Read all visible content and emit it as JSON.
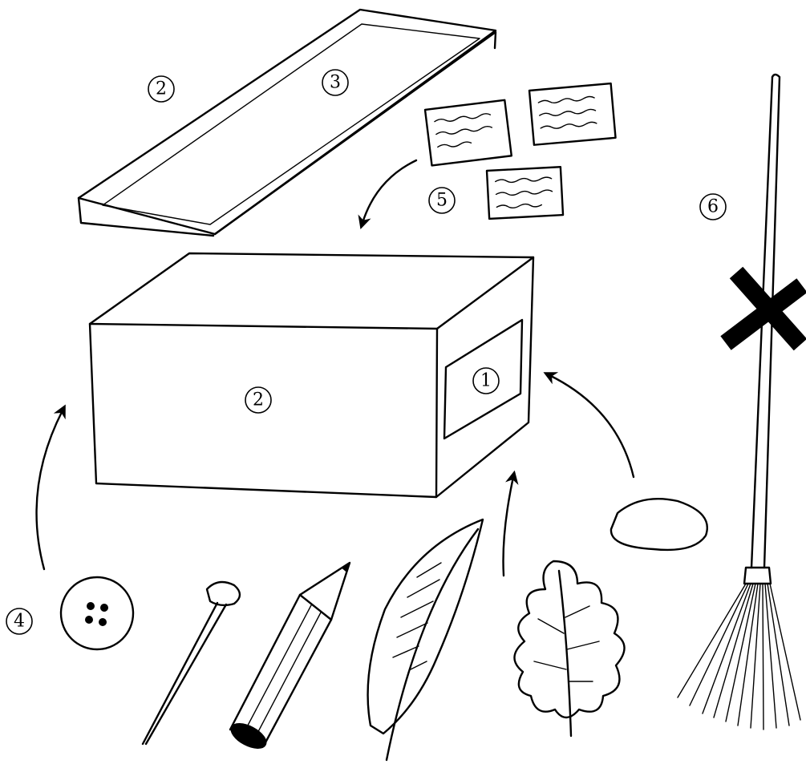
{
  "labels": {
    "lid_side": "2",
    "lid_inside": "3",
    "box_front": "2",
    "box_window": "1",
    "small_objects": "4",
    "cards": "5",
    "broom": "6"
  },
  "icons": {
    "box": "box-icon",
    "lid": "lid-icon",
    "button": "button-icon",
    "pin": "pin-icon",
    "pencil": "pencil-icon",
    "feather": "feather-icon",
    "leaf": "leaf-icon",
    "stone": "stone-icon",
    "broom": "broom-icon",
    "cross": "cross-icon",
    "cards": "card-icon",
    "arrow": "arrow-icon"
  },
  "colors": {
    "ink": "#000000",
    "paper": "#ffffff"
  }
}
